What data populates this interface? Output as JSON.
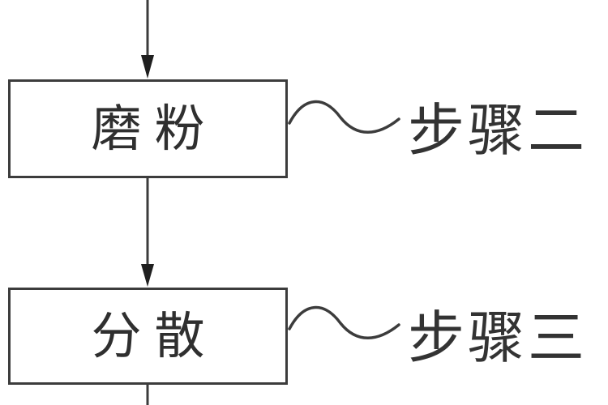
{
  "diagram": {
    "type": "flowchart",
    "background": "#ffffff",
    "line_color": "#3c3c3c",
    "text_color": "#2f2f2f",
    "nodes": [
      {
        "id": "step-2-box",
        "label": "磨粉",
        "annotation": "步骤二"
      },
      {
        "id": "step-3-box",
        "label": "分散",
        "annotation": "步骤三"
      }
    ],
    "flow": [
      "incoming-line -> 磨粉",
      "磨粉 -> 分散",
      "分散 -> outgoing-line"
    ]
  }
}
